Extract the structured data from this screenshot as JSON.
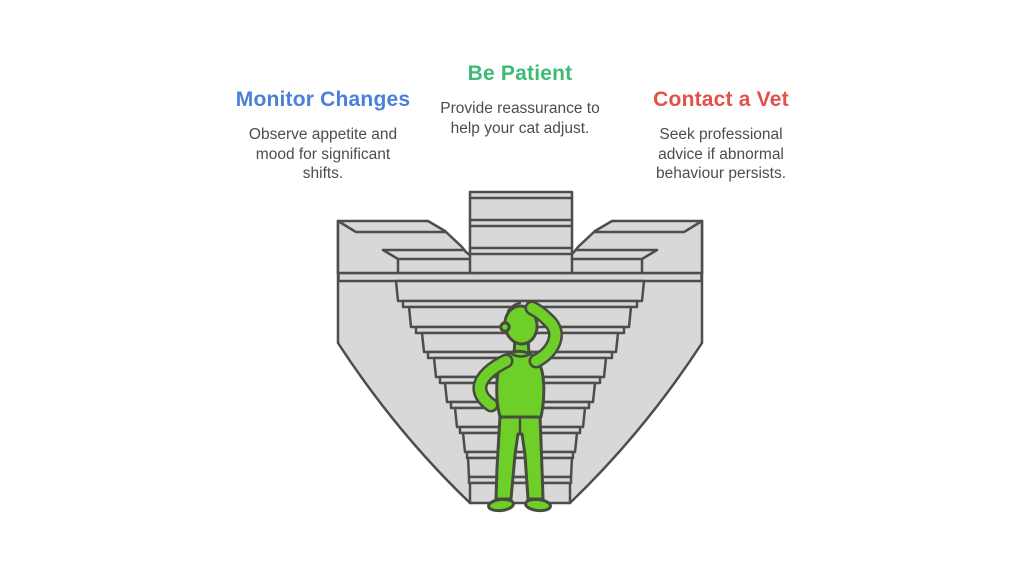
{
  "steps": [
    {
      "id": "monitor-changes",
      "title": "Monitor Changes",
      "title_color": "#4a80d9",
      "description": [
        "Observe appetite and",
        "mood for significant",
        "shifts."
      ]
    },
    {
      "id": "be-patient",
      "title": "Be Patient",
      "title_color": "#3dba76",
      "description": [
        "Provide reassurance to",
        "help your cat adjust."
      ]
    },
    {
      "id": "contact-a-vet",
      "title": "Contact a Vet",
      "title_color": "#e25149",
      "description": [
        "Seek professional",
        "advice if abnormal",
        "behaviour persists."
      ]
    }
  ],
  "description_color": "#4d4d4d",
  "illustration": {
    "name": "confused-person-facing-inverted-staircase",
    "stair_fill": "#d8d8d8",
    "stair_outline": "#4d4d4d",
    "person_fill": "#6fcf29",
    "person_outline": "#454d3e"
  }
}
